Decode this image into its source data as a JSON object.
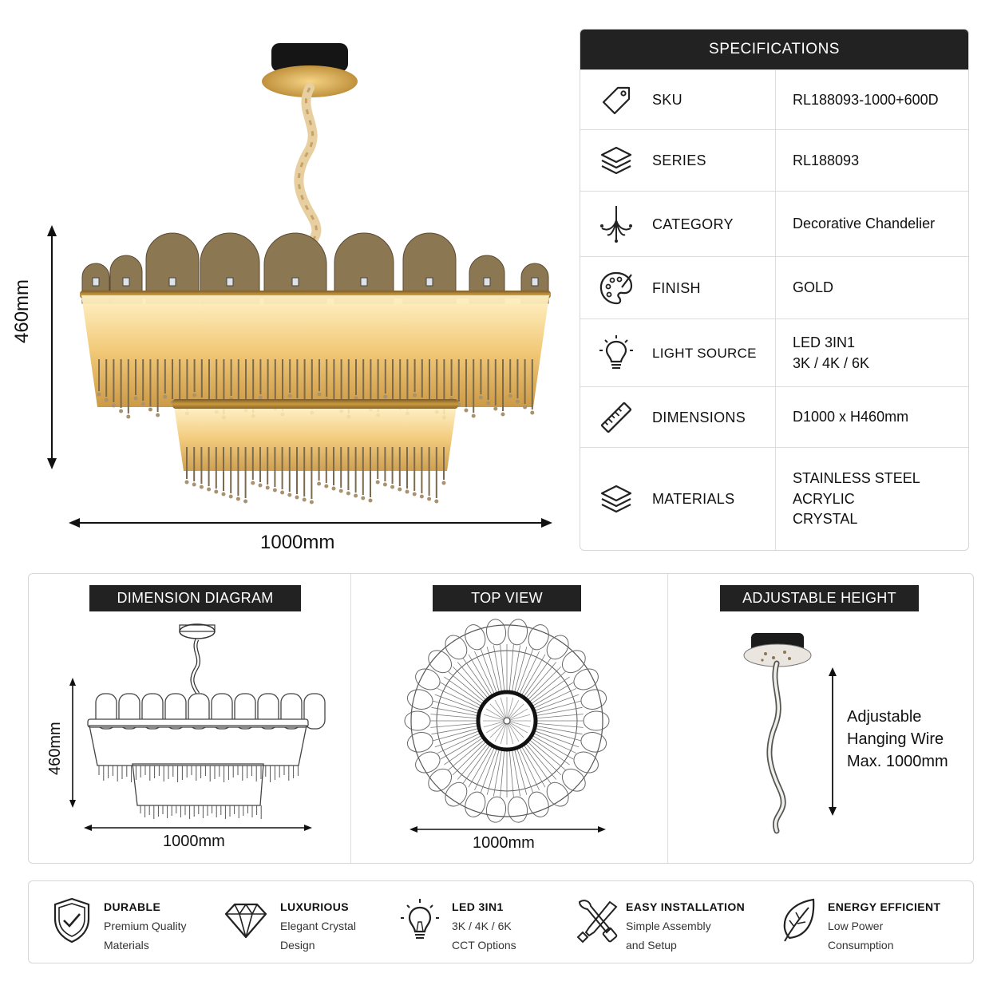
{
  "hero": {
    "height_label": "460mm",
    "width_label": "1000mm"
  },
  "specs": {
    "title": "SPECIFICATIONS",
    "rows": [
      {
        "icon": "price-tag-icon",
        "label": "SKU",
        "lines": [
          "RL188093-1000+600D"
        ]
      },
      {
        "icon": "layers-icon",
        "label": "SERIES",
        "lines": [
          "RL188093"
        ]
      },
      {
        "icon": "chandelier-icon",
        "label": "CATEGORY",
        "lines": [
          "Decorative Chandelier"
        ]
      },
      {
        "icon": "palette-icon",
        "label": "FINISH",
        "lines": [
          "GOLD"
        ]
      },
      {
        "icon": "light-bulb-icon",
        "label": "LIGHT SOURCE",
        "lines": [
          "LED 3IN1",
          "3K / 4K / 6K"
        ]
      },
      {
        "icon": "ruler-icon",
        "label": "DIMENSIONS",
        "lines": [
          "D1000 x H460mm"
        ]
      },
      {
        "icon": "layers-icon",
        "label": "MATERIALS",
        "lines": [
          "STAINLESS STEEL",
          "ACRYLIC",
          "CRYSTAL"
        ]
      }
    ]
  },
  "diagram": {
    "dimension": {
      "title": "DIMENSION DIAGRAM",
      "height_label": "460mm",
      "width_label": "1000mm"
    },
    "top_view": {
      "title": "TOP VIEW",
      "width_label": "1000mm"
    },
    "adjustable": {
      "title": "ADJUSTABLE HEIGHT",
      "lines": [
        "Adjustable",
        "Hanging Wire",
        "Max. 1000mm"
      ]
    }
  },
  "features": [
    {
      "icon": "shield-check-icon",
      "title": "DURABLE",
      "lines": [
        "Premium Quality",
        "Materials"
      ]
    },
    {
      "icon": "diamond-icon",
      "title": "LUXURIOUS",
      "lines": [
        "Elegant Crystal",
        "Design"
      ]
    },
    {
      "icon": "light-bulb-icon",
      "title": "LED 3IN1",
      "lines": [
        "3K / 4K / 6K",
        "CCT Options"
      ]
    },
    {
      "icon": "tools-icon",
      "title": "EASY INSTALLATION",
      "lines": [
        "Simple Assembly",
        "and Setup"
      ]
    },
    {
      "icon": "leaf-icon",
      "title": "ENERGY EFFICIENT",
      "lines": [
        "Low Power",
        "Consumption"
      ]
    }
  ],
  "colors": {
    "header_bg": "#222222",
    "gold": "#c99a3c",
    "gold_light": "#f3d69a",
    "border": "#d6d6d6"
  }
}
